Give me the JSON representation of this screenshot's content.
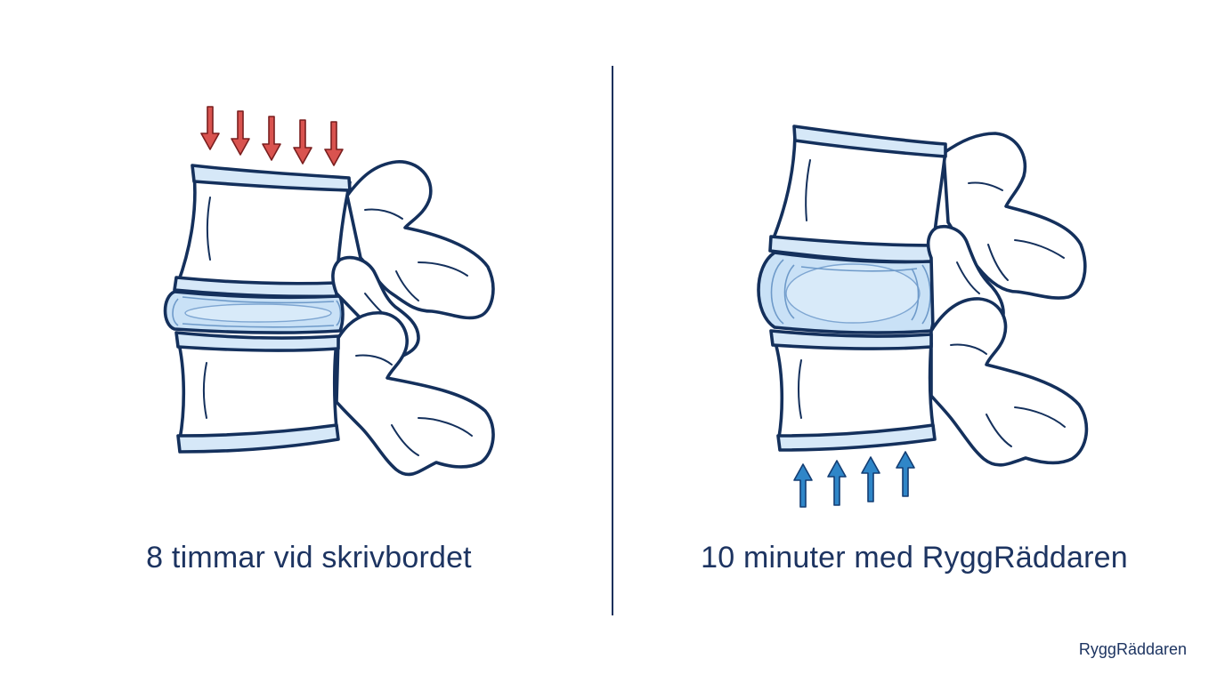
{
  "panels": [
    {
      "caption": "8 timmar vid skrivbordet",
      "state": "compressed",
      "arrows": {
        "count": 5,
        "direction": "down",
        "color": "#d9534f"
      }
    },
    {
      "caption": "10 minuter med RyggRäddaren",
      "state": "decompressed",
      "arrows": {
        "count": 4,
        "direction": "up",
        "color": "#2f86c8"
      }
    }
  ],
  "brand": "RyggRäddaren",
  "colors": {
    "outline": "#14305c",
    "text": "#1d3461",
    "disc": "#c9e1f6",
    "divider": "#14305c"
  }
}
